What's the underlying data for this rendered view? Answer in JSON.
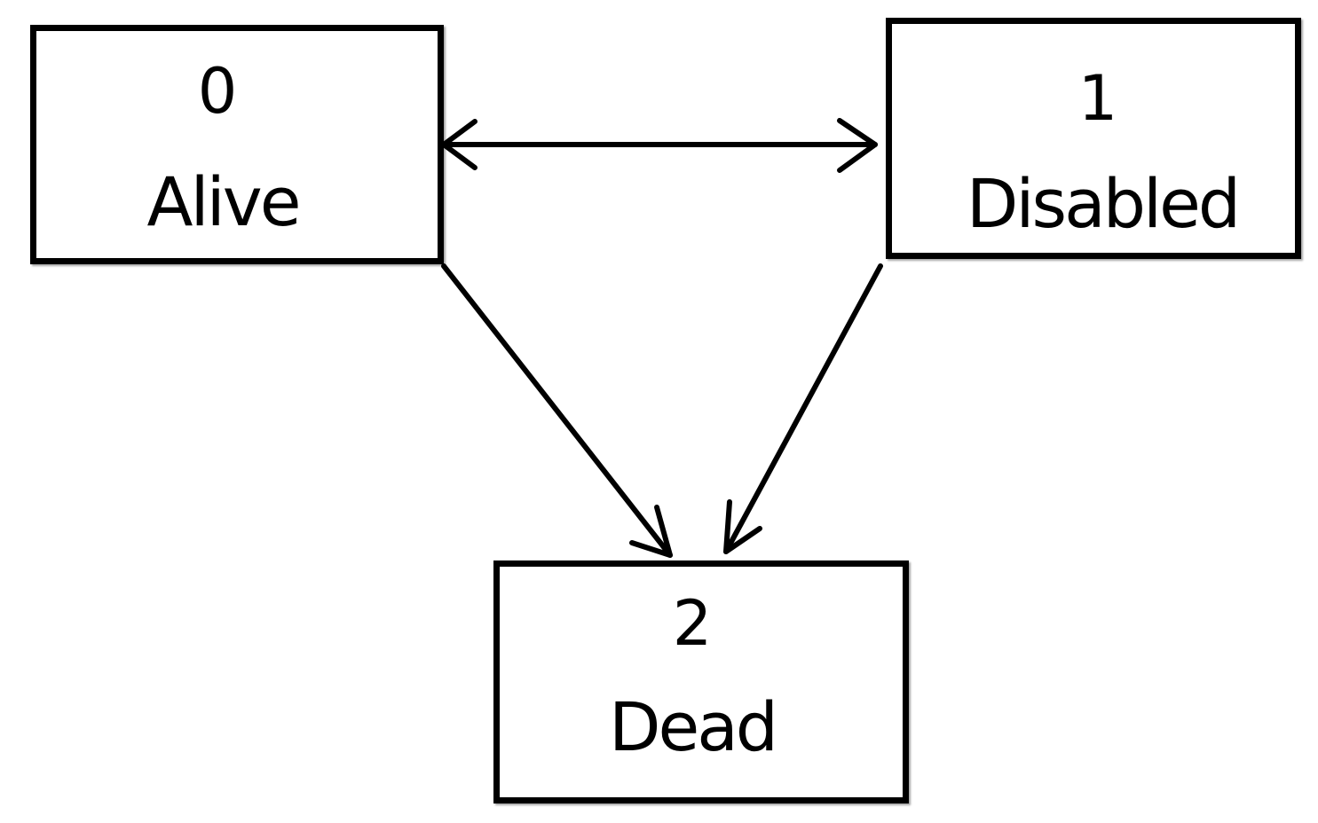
{
  "states": [
    {
      "number": "0",
      "label": "Alive"
    },
    {
      "number": "1",
      "label": "Disabled"
    },
    {
      "number": "2",
      "label": "Dead"
    }
  ],
  "transitions": [
    {
      "from": "0",
      "to": "1",
      "direction": "bidirectional"
    },
    {
      "from": "0",
      "to": "2",
      "direction": "one-way"
    },
    {
      "from": "1",
      "to": "2",
      "direction": "one-way"
    }
  ],
  "colors": {
    "line": "#000000",
    "box_fill": "#ffffff",
    "text": "#000000"
  }
}
